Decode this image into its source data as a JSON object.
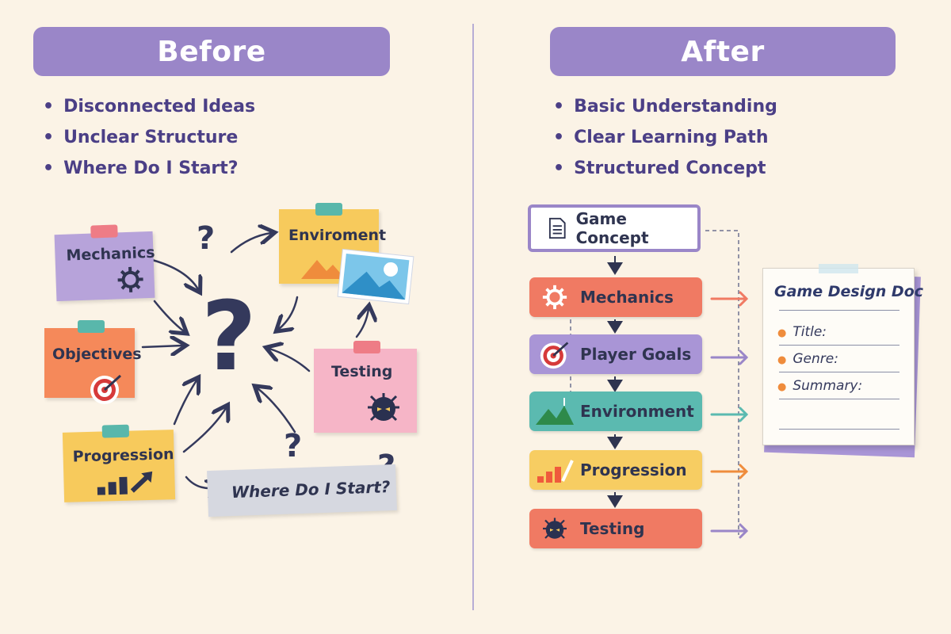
{
  "before": {
    "title": "Before",
    "bullets": [
      "Disconnected Ideas",
      "Unclear Structure",
      "Where Do I Start?"
    ],
    "notes": {
      "mechanics": "Mechanics",
      "environment": "Enviroment",
      "objectives": "Objectives",
      "testing": "Testing",
      "progression": "Progression",
      "start": "Where Do I Start?"
    }
  },
  "after": {
    "title": "After",
    "bullets": [
      "Basic Understanding",
      "Clear Learning Path",
      "Structured Concept"
    ],
    "concept": "Game Concept",
    "steps": [
      "Mechanics",
      "Player Goals",
      "Environment",
      "Progression",
      "Testing"
    ],
    "doc": {
      "title": "Game Design Doc",
      "fields": [
        "Title:",
        "Genre:",
        "Summary:"
      ]
    }
  },
  "colors": {
    "banner": "#9a86c8",
    "mechanics": "#f07a63",
    "player_goals": "#a995d6",
    "environment": "#5bbab0",
    "progression": "#f7cd62",
    "testing": "#f07a63"
  }
}
